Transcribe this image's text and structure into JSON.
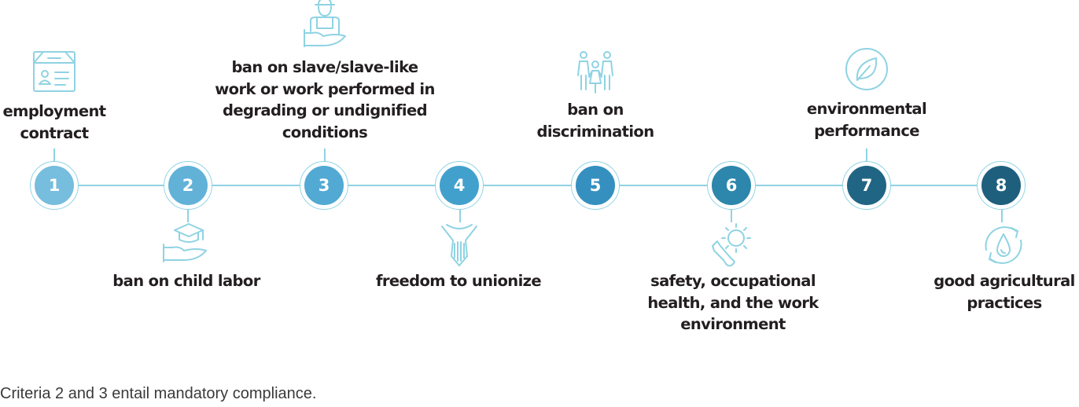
{
  "criteria": [
    {
      "number": "1",
      "label": [
        "employment",
        "contract"
      ],
      "icon": "id-card-icon",
      "color": "#77bddd"
    },
    {
      "number": "2",
      "label": [
        "ban on child labor"
      ],
      "icon": "graduation-cap-hand-icon",
      "color": "#62b2d8"
    },
    {
      "number": "3",
      "label": [
        "ban on slave/slave-like",
        "work or work performed in",
        "degrading or undignified",
        "conditions"
      ],
      "icon": "worker-hand-icon",
      "color": "#52a9d3"
    },
    {
      "number": "4",
      "label": [
        "freedom to unionize"
      ],
      "icon": "joined-hands-icon",
      "color": "#42a0cd"
    },
    {
      "number": "5",
      "label": [
        "ban on",
        "discrimination"
      ],
      "icon": "family-icon",
      "color": "#3590c0"
    },
    {
      "number": "6",
      "label": [
        "safety, occupational",
        "health, and the work",
        "environment"
      ],
      "icon": "sun-shovel-icon",
      "color": "#2d86ab"
    },
    {
      "number": "7",
      "label": [
        "environmental",
        "performance"
      ],
      "icon": "leaf-icon",
      "color": "#216585"
    },
    {
      "number": "8",
      "label": [
        "good agricultural",
        "practices"
      ],
      "icon": "water-cycle-icon",
      "color": "#1f5f7e"
    }
  ],
  "footnote": "Criteria 2 and 3 entail mandatory compliance.",
  "line_color": "#8fd3e3"
}
